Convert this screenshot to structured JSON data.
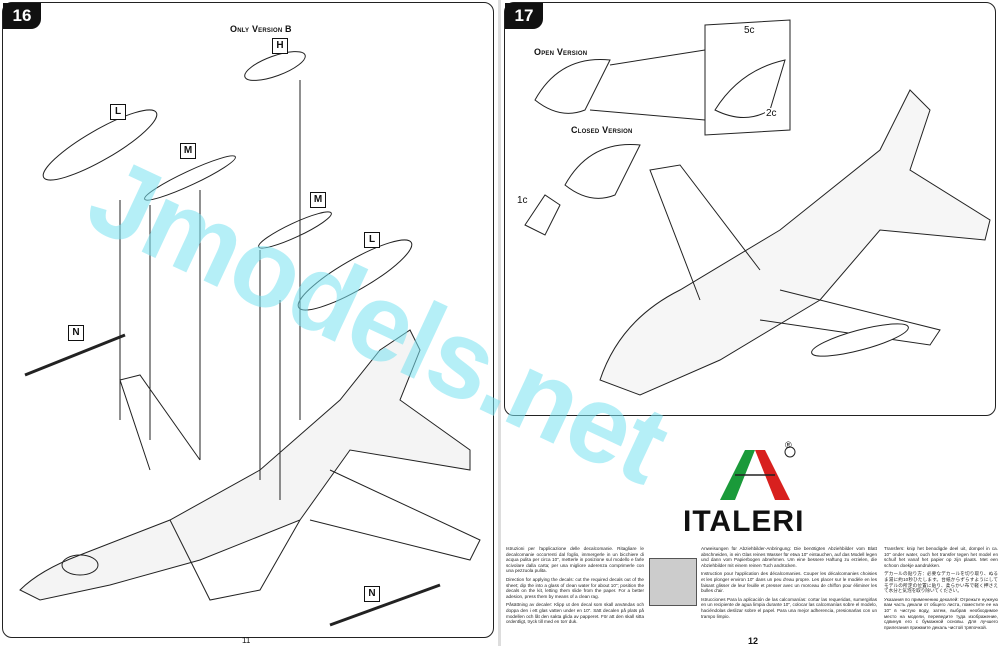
{
  "left_page": {
    "step": "16",
    "page_number": "11",
    "version_note": "Only Version B",
    "part_tags": [
      "H",
      "L",
      "M",
      "M",
      "L",
      "N",
      "N"
    ]
  },
  "right_page": {
    "step": "17",
    "page_number": "12",
    "open_version": "Open Version",
    "closed_version": "Closed Version",
    "parts": [
      "5c",
      "2c",
      "1c"
    ],
    "brand": "ITALERI",
    "registered": "®",
    "instructions": [
      "Istruzioni per l'applicazione delle decalcomanie. Ritagliare le decalcomanie occorrenti dal foglio, immergerle in un bicchiere di acqua pulita per circa 10\", metterle in posizione sul modello e farle scivolare dalla carta; per una migliore aderenza comprimerle con una pezzuola pulita.",
      "Direction for applying the decals: cut the required decals out of the sheet; dip the into a glass of clean water for about 10\"; position the decals on the kit, letting them slide from the paper. For a better adesion, press them by means of a clean rag.",
      "Påsättning av decaler: Klipp ut den decal som skall användas och doppa den i ett glas vatten under en 10\". Sätt decalen på plats på modellen och låt den sakta glida av papperet. För att den skall sitta ordentligt, tryck till med en torr duk.",
      "Anweisungen für Abziehbilder-Anbringung: Die benötigten Abziehbilder vom Blatt abschneiden, in ein Glas reines Wasser für etwa 10\" eintauchen, auf das Modell legen und dann vom Papierbogen abnehmen. Um eine bessere Haftung zu erzielen, die Abziehbilder mit einem reinen Tuch andrücken.",
      "Instruction pour l'application des décalcomanies. Couper les décalcomanies choisies et les plonger environ 10\" dans un peu d'eau propre. Les placer sur le modèle en les faisant glisser de leur feuille et presser avec un morceau de chiffon pour éliminer les bulles d'air.",
      "Istrucciones Para la aplicación de las calcomanías: cortar las requeridas, sumergirlas en un recipiente de agua limpia durante 10\", colocar las calcomanías sobre el modelo, haciéndolas deslizar sobre el papel. Para una mejor adherencia, presionarlas con un trampo limpio.",
      "Transfers: knip het benodigde deel uit, dompel in ca. 10\" onder water, ouch het transfer tegen het model en schuif het vanaf het papier op zijn plaats. Met een schoon doekje aandrukken.",
      "デカールの貼り方：必要なデカールを切り取り、ぬるま湯に約10秒ひたします。台紙からずらすようにしてモデルの所定の位置に貼り、柔らかい布で軽く押さえて水分と気泡を取り除いてください。",
      "Указания по применению декалей: Отрежьте нужную вам часть декали от общего листа, поместите ее на 10\" в чистую воду, затем, выбрав необходимое место на модели, переведите туда изображение, сдвинув его с бумажной основы. Для лучшего прилегания прижмите декаль чистой тряпочкой."
    ]
  },
  "watermark": "Jmodels.net",
  "colors": {
    "logo_green": "#1a9a3a",
    "logo_red": "#d8201e",
    "watermark": "#78e1f0"
  }
}
